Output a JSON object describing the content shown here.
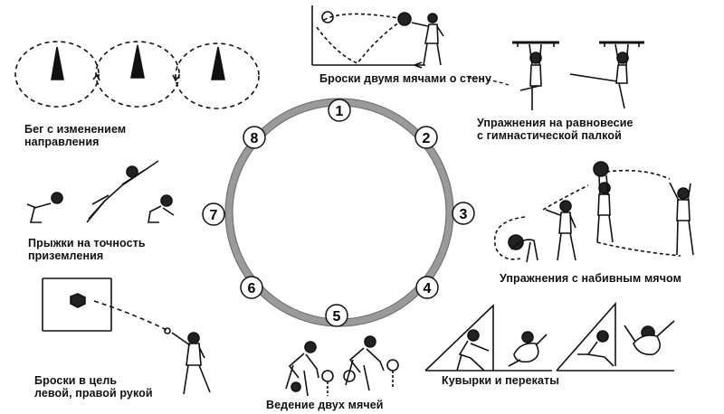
{
  "circuit": {
    "station_numbers": [
      "1",
      "2",
      "3",
      "4",
      "5",
      "6",
      "7",
      "8"
    ]
  },
  "stations": [
    {
      "id": 1,
      "caption": [
        "Броски двумя мячами о стену"
      ]
    },
    {
      "id": 2,
      "caption": [
        "Упражнения на равновесие",
        "с гимнастической палкой"
      ]
    },
    {
      "id": 3,
      "caption": [
        "Упражнения с набивным мячом"
      ]
    },
    {
      "id": 4,
      "caption": [
        "Кувырки и перекаты"
      ]
    },
    {
      "id": 5,
      "caption": [
        "Ведение двух мячей"
      ]
    },
    {
      "id": 6,
      "caption": [
        "Броски в цель",
        "левой, правой рукой"
      ]
    },
    {
      "id": 7,
      "caption": [
        "Прыжки на точность",
        "приземления"
      ]
    },
    {
      "id": 8,
      "caption": [
        "Бег с изменением",
        "направления"
      ]
    }
  ],
  "colors": {
    "ink": "#111111",
    "ring": "#8a8a8a",
    "paper": "#ffffff"
  }
}
